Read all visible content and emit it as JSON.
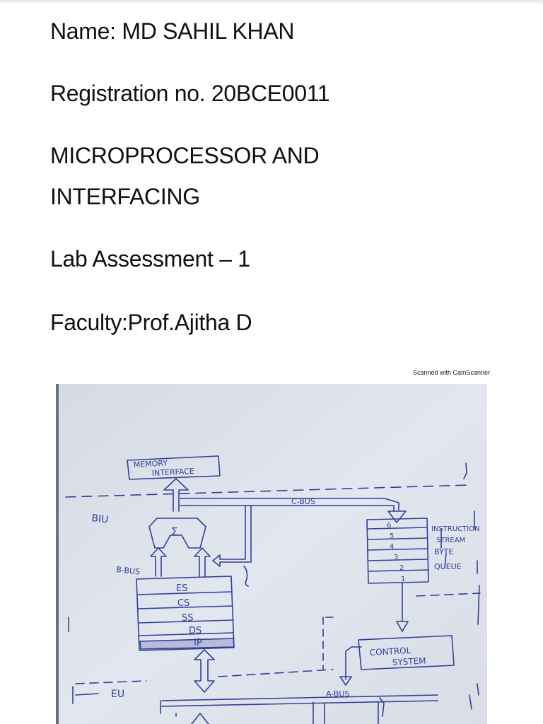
{
  "header": {
    "name_line": "Name: MD SAHIL KHAN",
    "registration_line": "Registration no. 20BCE0011",
    "subject_line_1": "MICROPROCESSOR AND",
    "subject_line_2": "INTERFACING",
    "assessment_line": "Lab Assessment – 1",
    "faculty_line": "Faculty:Prof.Ajitha D"
  },
  "scan": {
    "note": "Scanned with CamScanner"
  },
  "diagram": {
    "ink_color": "#32409a",
    "paper_color": "#dfe4ec",
    "memory_interface": [
      "MEMORY",
      "INTERFACE"
    ],
    "biu_label": "BIU",
    "eu_label": "EU",
    "c_bus_label": "C-BUS",
    "b_bus_label": "B-BUS",
    "a_bus_label": "A-BUS",
    "sum_symbol": "Σ",
    "segment_registers": [
      "ES",
      "CS",
      "SS",
      "DS",
      "IP"
    ],
    "queue_slots": [
      "6",
      "5",
      "4",
      "3",
      "2",
      "1"
    ],
    "queue_label": [
      "INSTRUCTION",
      "STREAM",
      "BYTE",
      "QUEUE"
    ],
    "control_system": [
      "CONTROL",
      "SYSTEM"
    ]
  }
}
